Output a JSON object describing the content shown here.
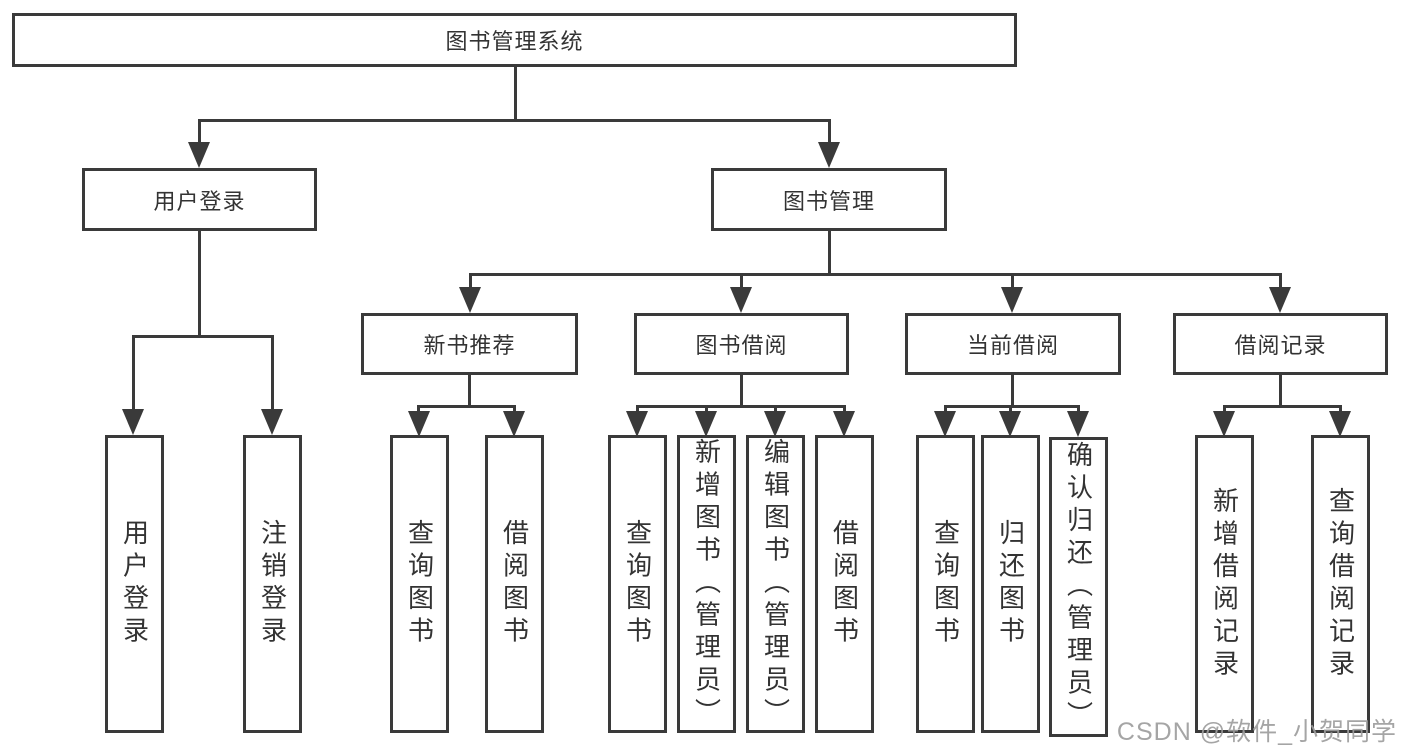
{
  "diagram": {
    "type": "tree",
    "root": {
      "label": "图书管理系统"
    },
    "branches": [
      {
        "label": "用户登录",
        "children": [
          {
            "label": "用户登录"
          },
          {
            "label": "注销登录"
          }
        ]
      },
      {
        "label": "图书管理",
        "children": [
          {
            "label": "新书推荐",
            "children": [
              {
                "label": "查询图书"
              },
              {
                "label": "借阅图书"
              }
            ]
          },
          {
            "label": "图书借阅",
            "children": [
              {
                "label": "查询图书"
              },
              {
                "label": "新增图书（管理员）"
              },
              {
                "label": "编辑图书（管理员）"
              },
              {
                "label": "借阅图书"
              }
            ]
          },
          {
            "label": "当前借阅",
            "children": [
              {
                "label": "查询图书"
              },
              {
                "label": "归还图书"
              },
              {
                "label": "确认归还（管理员）"
              }
            ]
          },
          {
            "label": "借阅记录",
            "children": [
              {
                "label": "新增借阅记录"
              },
              {
                "label": "查询借阅记录"
              }
            ]
          }
        ]
      }
    ]
  },
  "watermark": {
    "text": "CSDN @软件_小贺同学"
  },
  "colors": {
    "line": "#3a3a3a",
    "text": "#333333",
    "watermark": "#9e9e9e",
    "bg": "#ffffff"
  }
}
